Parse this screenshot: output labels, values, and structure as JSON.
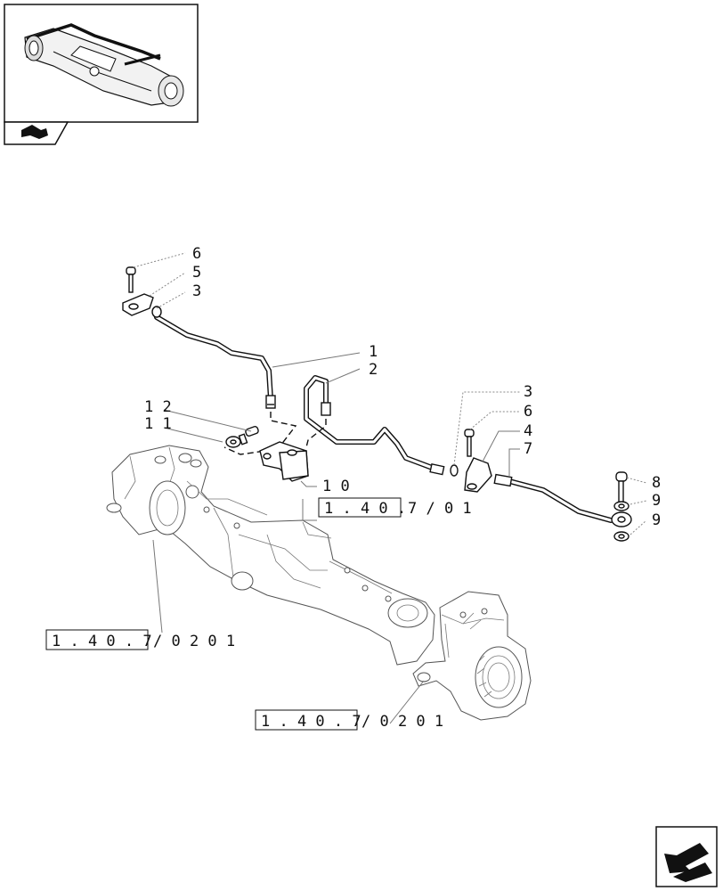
{
  "thumbnail": {
    "icon": "front-axle-thumbnail-icon"
  },
  "section_tab": {
    "icon": "axle-section-icon"
  },
  "nav_next": {
    "icon": "next-page-arrow-icon"
  },
  "callouts": {
    "c6a": "6",
    "c5": "5",
    "c3a": "3",
    "c1": "1",
    "c2": "2",
    "c12": "1 2",
    "c11": "1 1",
    "c10": "1 0",
    "c3b": "3",
    "c6b": "6",
    "c4": "4",
    "c7": "7",
    "c8": "8",
    "c9a": "9",
    "c9b": "9"
  },
  "references": {
    "ref1_boxed": "1 . 4 0 .",
    "ref1_rest": "7 / 0 1",
    "ref2_boxed": "1 . 4 0 . 7",
    "ref2_rest": "/ 0 2   0 1",
    "ref3_boxed": "1 . 4 0 . 7",
    "ref3_rest": "/ 0 2   0 1"
  }
}
